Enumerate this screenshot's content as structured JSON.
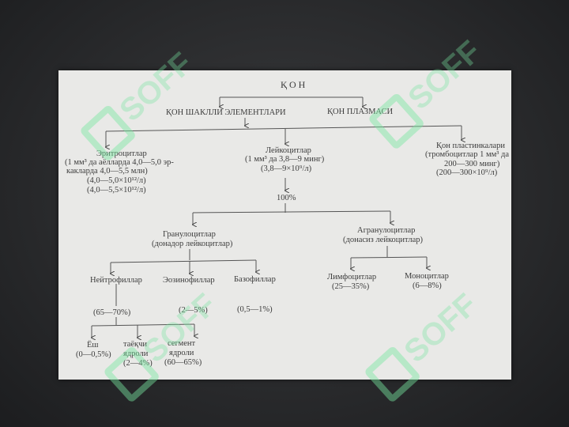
{
  "watermark": "SOFF",
  "nodes": {
    "root": "ҚОН",
    "formed_elements": "ҚОН ШАКЛЛИ ЭЛЕМЕНТЛАРИ",
    "plasma": "ҚОН ПЛАЗМАСИ",
    "erythrocytes": [
      "Эритроцитлар",
      "(1 мм³ да аёлларда 4,0—5,0 эр-",
      "какларда 4,0—5,5 млн)",
      "(4,0—5,0×10¹²/л)",
      "(4,0—5,5×10¹²/л)"
    ],
    "leukocytes": [
      "Лейкоцитлар",
      "(1 мм³ да 3,8—9 минг)",
      "(3,8—9×10⁹/л)"
    ],
    "platelets": [
      "Қон пластинкалари",
      "(тромбоцитлар 1 мм³ да",
      "200—300 минг)",
      "(200—300×10⁹/л)"
    ],
    "percent": "100%",
    "granulocytes": [
      "Гранулоцитлар",
      "(донадор лейкоцитлар)"
    ],
    "agranulocytes": [
      "Агранулоцитлар",
      "(донасиз лейкоцитлар)"
    ],
    "neutrophils": "Нейтрофиллар",
    "neutrophils_pct": "(65—70%)",
    "eosinophils": "Эозинофиллар",
    "eosinophils_pct": "(2—5%)",
    "basophils": "Базофиллар",
    "basophils_pct": "(0,5—1%)",
    "lymphocytes": [
      "Лимфоцитлар",
      "(25—35%)"
    ],
    "monocytes": [
      "Моноцитлар",
      "(6—8%)"
    ],
    "young": [
      "Ёш",
      "(0—0,5%)"
    ],
    "band": [
      "таёқчи",
      "ядроли",
      "(2—4%)"
    ],
    "segmented": [
      "сегмент",
      "ядроли",
      "(60—65%)"
    ]
  }
}
